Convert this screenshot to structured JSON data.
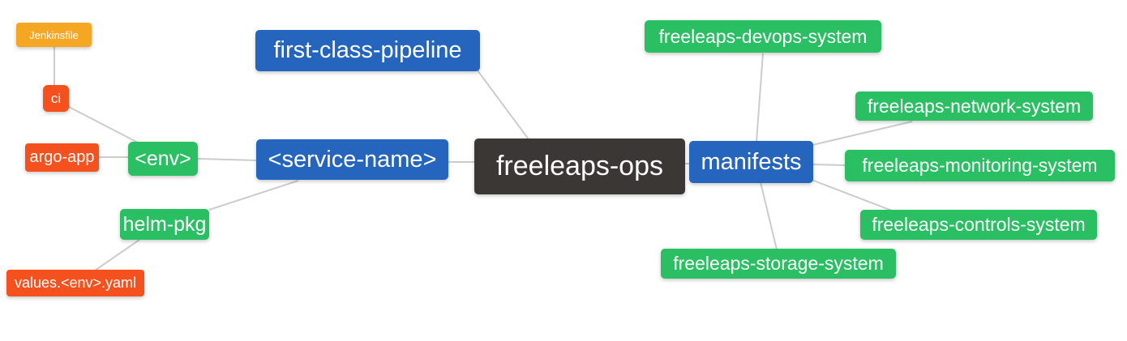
{
  "diagram": {
    "type": "mindmap",
    "root": "freeleaps-ops"
  },
  "colors": {
    "blue_branch": "#2565BE",
    "green_leaf": "#29BF62",
    "red_leaf": "#F4511E",
    "orange_leaf": "#F5A623",
    "root_dark": "#3B3734",
    "edge_line": "#CCCCCC",
    "node_text": "#FFFFFF",
    "background": "#FFFFFF"
  },
  "nodes": {
    "jenkinsfile": {
      "label": "Jenkinsfile",
      "color": "#F5A623"
    },
    "ci": {
      "label": "ci",
      "color": "#F4511E"
    },
    "argo_app": {
      "label": "argo-app",
      "color": "#F4511E"
    },
    "env": {
      "label": "<env>",
      "color": "#29BF62"
    },
    "helm_pkg": {
      "label": "helm-pkg",
      "color": "#29BF62"
    },
    "values_env_yaml": {
      "label": "values.<env>.yaml",
      "color": "#F4511E"
    },
    "first_class_pipeline": {
      "label": "first-class-pipeline",
      "color": "#2565BE"
    },
    "service_name": {
      "label": "<service-name>",
      "color": "#2565BE"
    },
    "freeleaps_ops": {
      "label": "freeleaps-ops",
      "color": "#3B3734"
    },
    "manifests": {
      "label": "manifests",
      "color": "#2565BE"
    },
    "devops_system": {
      "label": "freeleaps-devops-system",
      "color": "#29BF62"
    },
    "network_system": {
      "label": "freeleaps-network-system",
      "color": "#29BF62"
    },
    "monitoring_system": {
      "label": "freeleaps-monitoring-system",
      "color": "#29BF62"
    },
    "controls_system": {
      "label": "freeleaps-controls-system",
      "color": "#29BF62"
    },
    "storage_system": {
      "label": "freeleaps-storage-system",
      "color": "#29BF62"
    }
  },
  "edges": [
    {
      "from": "jenkinsfile",
      "to": "ci"
    },
    {
      "from": "ci",
      "to": "env"
    },
    {
      "from": "argo_app",
      "to": "env"
    },
    {
      "from": "env",
      "to": "service_name"
    },
    {
      "from": "helm_pkg",
      "to": "service_name"
    },
    {
      "from": "values_env_yaml",
      "to": "helm_pkg"
    },
    {
      "from": "first_class_pipeline",
      "to": "freeleaps_ops"
    },
    {
      "from": "service_name",
      "to": "freeleaps_ops"
    },
    {
      "from": "freeleaps_ops",
      "to": "manifests"
    },
    {
      "from": "manifests",
      "to": "devops_system"
    },
    {
      "from": "manifests",
      "to": "network_system"
    },
    {
      "from": "manifests",
      "to": "monitoring_system"
    },
    {
      "from": "manifests",
      "to": "controls_system"
    },
    {
      "from": "manifests",
      "to": "storage_system"
    }
  ]
}
